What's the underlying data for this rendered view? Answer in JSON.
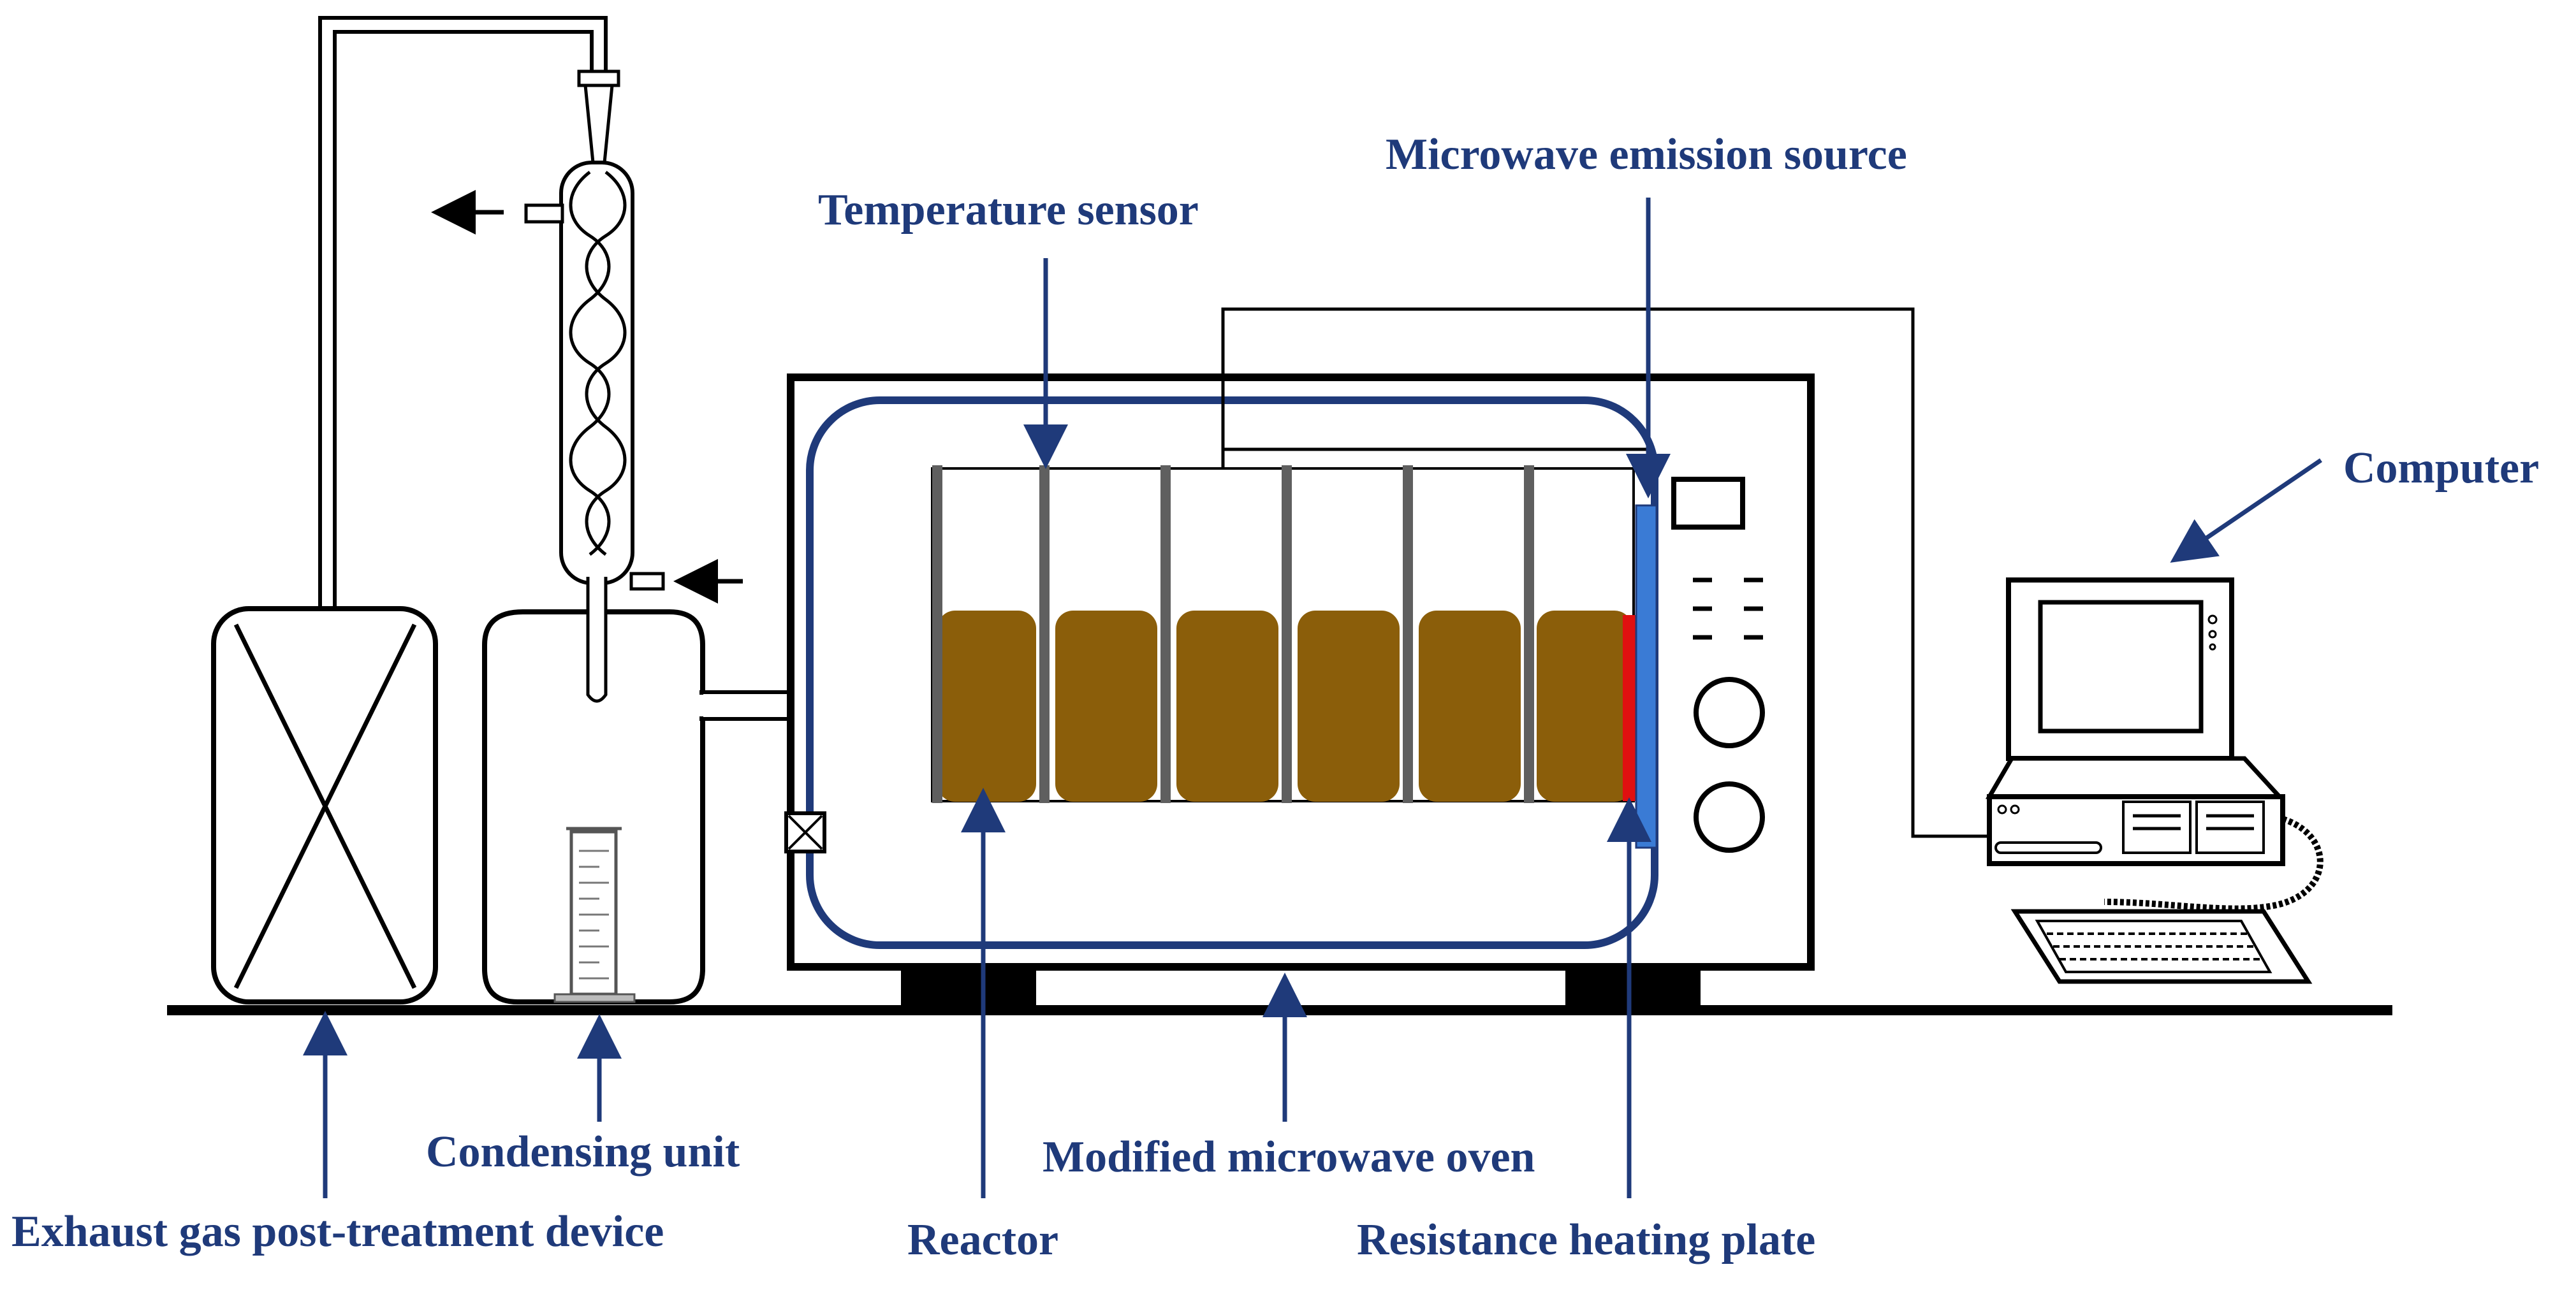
{
  "labels": {
    "microwave_emission_source": "Microwave emission source",
    "temperature_sensor": "Temperature sensor",
    "computer": "Computer",
    "condensing_unit": "Condensing unit",
    "exhaust_gas_device": "Exhaust gas post-treatment device",
    "modified_microwave_oven": "Modified microwave oven",
    "reactor": "Reactor",
    "resistance_heating_plate": "Resistance heating plate"
  },
  "colors": {
    "label_text": "#1f3a7a",
    "cavity_outline": "#1f3a7a",
    "reactor_fill": "#8b5e0a",
    "reactor_divider": "#5f5f5f",
    "heating_plate": "#e01010",
    "emission_source": "#3a7bd5",
    "line": "#000000"
  },
  "icons": {
    "flow_out_arrow": "arrow-left-icon",
    "flow_in_arrow": "arrow-left-icon",
    "valve": "valve-icon",
    "graduated_cylinder": "graduated-cylinder-icon"
  }
}
